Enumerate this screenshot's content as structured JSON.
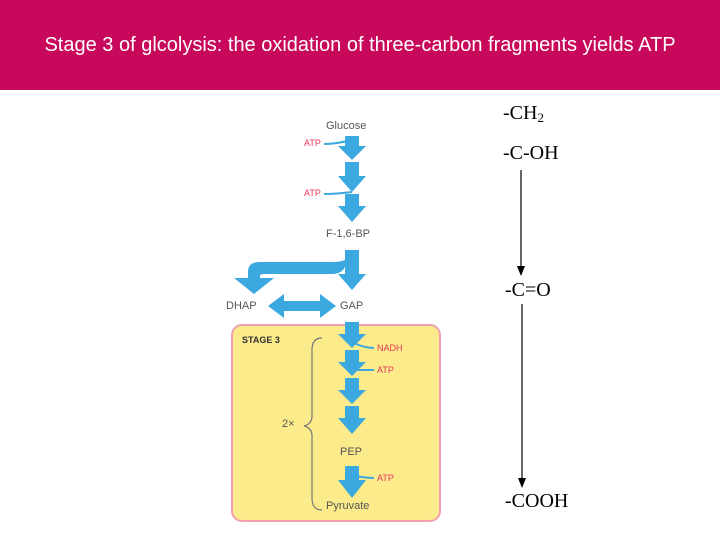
{
  "title": "Stage 3 of glcolysis: the oxidation of three-carbon fragments yields ATP",
  "colors": {
    "title_bar": "#c8085a",
    "arrow_blue": "#3ba8e0",
    "stage_box": "#fbeb8a",
    "stage_border": "#f0a0b0",
    "cofactor_red": "#e8365d"
  },
  "pathway": {
    "glucose": "Glucose",
    "atp_1": "ATP",
    "atp_2": "ATP",
    "f16bp": "F-1,6-BP",
    "dhap": "DHAP",
    "gap": "GAP",
    "stage_label": "STAGE 3",
    "nadh": "NADH",
    "atp_3": "ATP",
    "multiplier": "2×",
    "pep": "PEP",
    "atp_4": "ATP",
    "pyruvate": "Pyruvate"
  },
  "chemistry": {
    "ch2_main": "-CH",
    "ch2_sub": "2",
    "c_oh": "-C-OH",
    "c_o": "-C=O",
    "cooh": "-COOH"
  }
}
